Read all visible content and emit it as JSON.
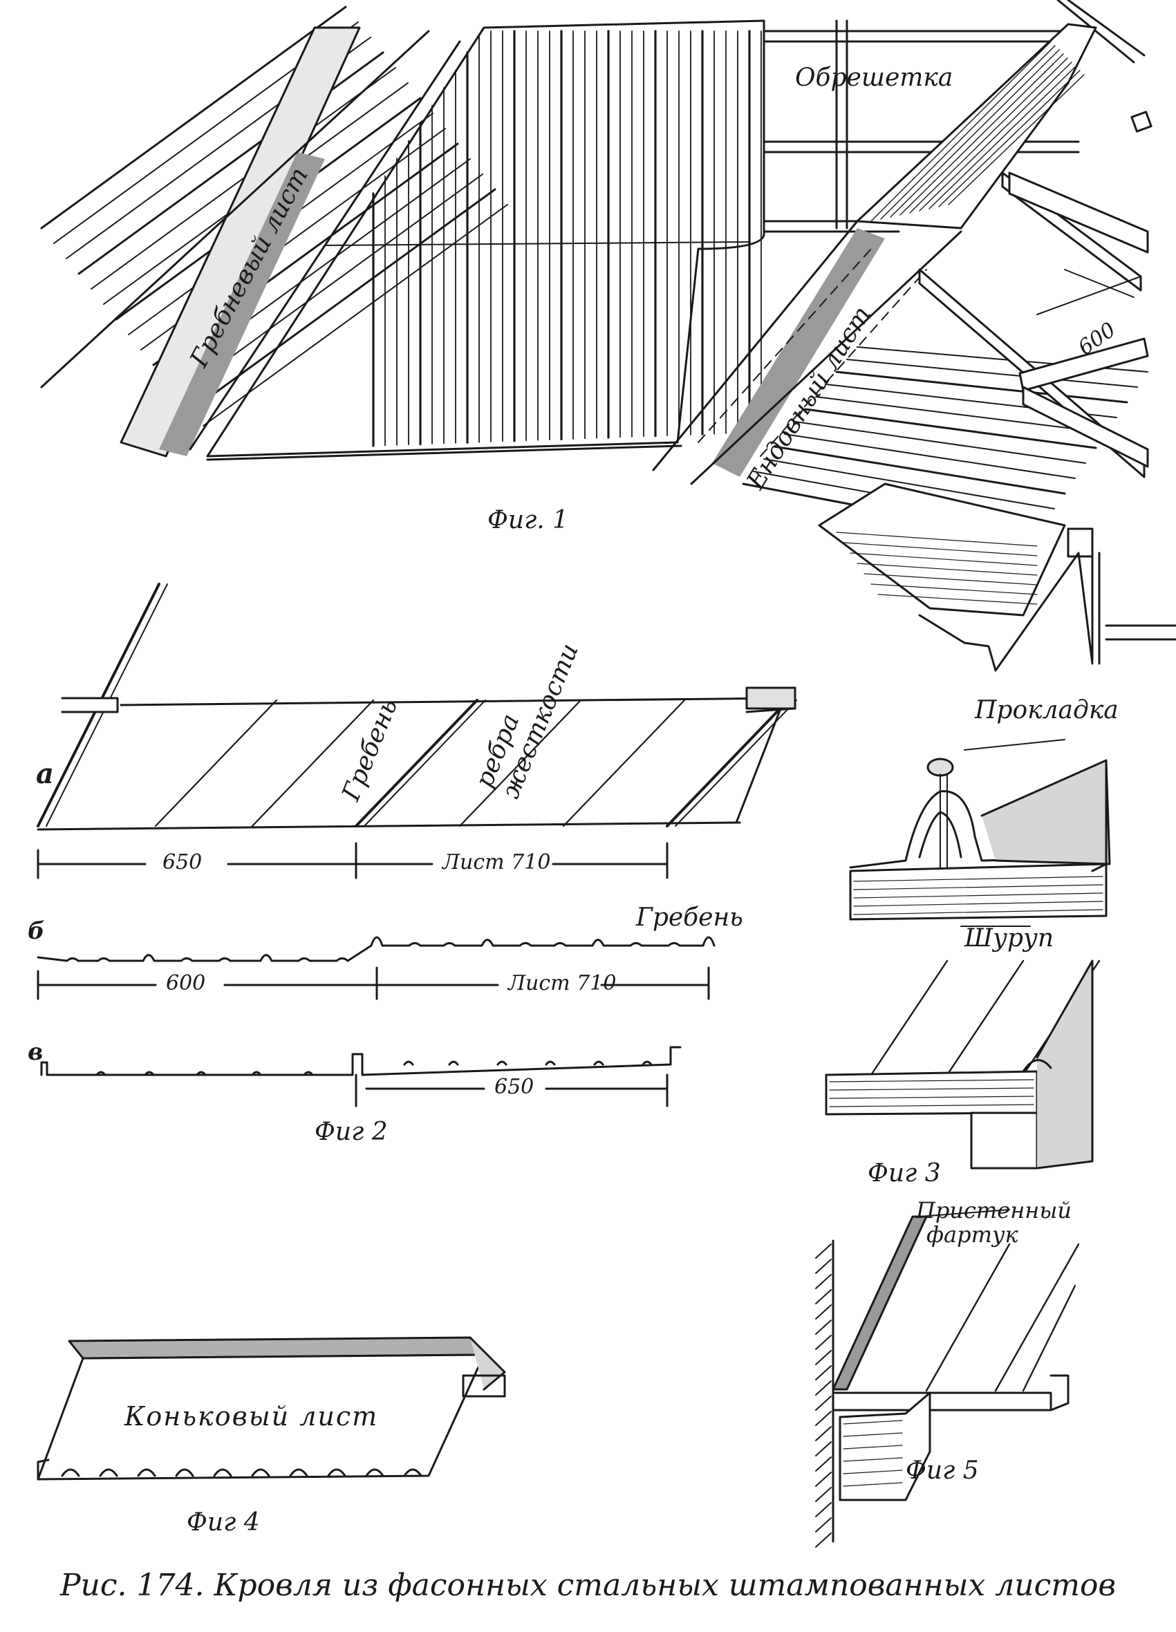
{
  "figures": {
    "fig1": {
      "caption": "Фиг. 1",
      "labels": {
        "lathing": "Обрешетка",
        "ridge_sheet": "Гребневый лист",
        "valley_sheet": "Ендовный лист",
        "dim": "600"
      }
    },
    "fig2": {
      "caption": "Фиг 2",
      "labels": {
        "a": "а",
        "b": "б",
        "v": "в",
        "ridge": "Гребень",
        "ribs": "ребра жесткости",
        "ridge2": "Гребень",
        "dim_a_left": "650",
        "dim_a_right": "Лист 710",
        "dim_b_left": "600",
        "dim_b_right": "Лист 710",
        "dim_v": "650"
      }
    },
    "fig3": {
      "caption": "Фиг 3",
      "labels": {
        "gasket": "Прокладка",
        "screw": "Шуруп"
      }
    },
    "fig4": {
      "caption": "Фиг 4",
      "labels": {
        "ridge_cap": "Коньковый лист"
      }
    },
    "fig5": {
      "caption": "Фиг 5",
      "labels": {
        "apron_1": "Пристенный",
        "apron_2": "фартук"
      }
    }
  },
  "caption": "Рис. 174. Кровля из фасонных стальных штампованных листов"
}
